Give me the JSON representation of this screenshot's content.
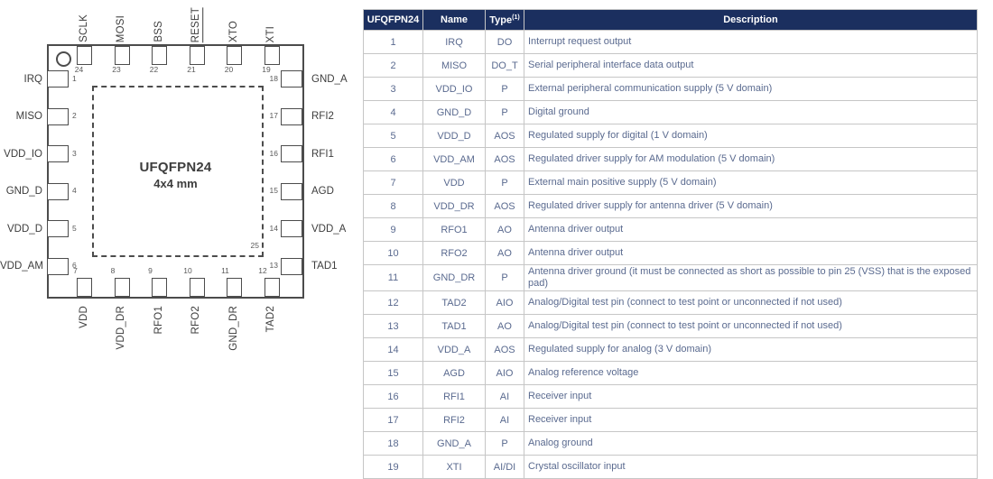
{
  "diagram": {
    "title": "UFQFPN24",
    "subtitle": "4x4 mm",
    "exposed_pad_number": "25",
    "pins": {
      "top": [
        {
          "num": "24",
          "label": "SCLK"
        },
        {
          "num": "23",
          "label": "MOSI"
        },
        {
          "num": "22",
          "label": "BSS"
        },
        {
          "num": "21",
          "label": "RESET",
          "overline": true
        },
        {
          "num": "20",
          "label": "XTO"
        },
        {
          "num": "19",
          "label": "XTI"
        }
      ],
      "left": [
        {
          "num": "1",
          "label": "IRQ"
        },
        {
          "num": "2",
          "label": "MISO"
        },
        {
          "num": "3",
          "label": "VDD_IO"
        },
        {
          "num": "4",
          "label": "GND_D"
        },
        {
          "num": "5",
          "label": "VDD_D"
        },
        {
          "num": "6",
          "label": "VDD_AM"
        }
      ],
      "right": [
        {
          "num": "18",
          "label": "GND_A"
        },
        {
          "num": "17",
          "label": "RFI2"
        },
        {
          "num": "16",
          "label": "RFI1"
        },
        {
          "num": "15",
          "label": "AGD"
        },
        {
          "num": "14",
          "label": "VDD_A"
        },
        {
          "num": "13",
          "label": "TAD1"
        }
      ],
      "bottom": [
        {
          "num": "7",
          "label": "VDD"
        },
        {
          "num": "8",
          "label": "VDD_DR"
        },
        {
          "num": "9",
          "label": "RFO1"
        },
        {
          "num": "10",
          "label": "RFO2"
        },
        {
          "num": "11",
          "label": "GND_DR"
        },
        {
          "num": "12",
          "label": "TAD2"
        }
      ]
    }
  },
  "table": {
    "headers": {
      "pin": "UFQFPN24",
      "name": "Name",
      "type": "Type",
      "type_sup": "(1)",
      "description": "Description"
    },
    "rows": [
      {
        "pin": "1",
        "name": "IRQ",
        "type": "DO",
        "desc": "Interrupt request output"
      },
      {
        "pin": "2",
        "name": "MISO",
        "type": "DO_T",
        "desc": "Serial peripheral interface data output"
      },
      {
        "pin": "3",
        "name": "VDD_IO",
        "type": "P",
        "desc": "External peripheral communication supply (5 V domain)"
      },
      {
        "pin": "4",
        "name": "GND_D",
        "type": "P",
        "desc": "Digital ground"
      },
      {
        "pin": "5",
        "name": "VDD_D",
        "type": "AOS",
        "desc": "Regulated supply for digital (1 V domain)"
      },
      {
        "pin": "6",
        "name": "VDD_AM",
        "type": "AOS",
        "desc": "Regulated driver supply for AM modulation (5 V domain)"
      },
      {
        "pin": "7",
        "name": "VDD",
        "type": "P",
        "desc": "External main positive supply (5 V domain)"
      },
      {
        "pin": "8",
        "name": "VDD_DR",
        "type": "AOS",
        "desc": "Regulated driver supply for antenna driver (5 V domain)"
      },
      {
        "pin": "9",
        "name": "RFO1",
        "type": "AO",
        "desc": "Antenna driver output"
      },
      {
        "pin": "10",
        "name": "RFO2",
        "type": "AO",
        "desc": "Antenna driver output"
      },
      {
        "pin": "11",
        "name": "GND_DR",
        "type": "P",
        "desc": "Antenna driver ground (it must be connected as short as possible to pin 25 (VSS) that is the exposed pad)"
      },
      {
        "pin": "12",
        "name": "TAD2",
        "type": "AIO",
        "desc": "Analog/Digital test pin (connect to test point or unconnected if not used)"
      },
      {
        "pin": "13",
        "name": "TAD1",
        "type": "AO",
        "desc": "Analog/Digital test pin (connect to test point or unconnected if not used)"
      },
      {
        "pin": "14",
        "name": "VDD_A",
        "type": "AOS",
        "desc": "Regulated supply for analog (3 V domain)"
      },
      {
        "pin": "15",
        "name": "AGD",
        "type": "AIO",
        "desc": "Analog reference voltage"
      },
      {
        "pin": "16",
        "name": "RFI1",
        "type": "AI",
        "desc": "Receiver input"
      },
      {
        "pin": "17",
        "name": "RFI2",
        "type": "AI",
        "desc": "Receiver input"
      },
      {
        "pin": "18",
        "name": "GND_A",
        "type": "P",
        "desc": "Analog ground"
      },
      {
        "pin": "19",
        "name": "XTI",
        "type": "AI/DI",
        "desc": "Crystal oscillator input"
      }
    ]
  },
  "colors": {
    "table_header_bg": "#1b2f5f",
    "table_header_text": "#ffffff",
    "table_body_text": "#5a6a8f",
    "table_border": "#c6c6c6",
    "diagram_line": "#4c4c4c",
    "diagram_text": "#3d3d3d"
  }
}
